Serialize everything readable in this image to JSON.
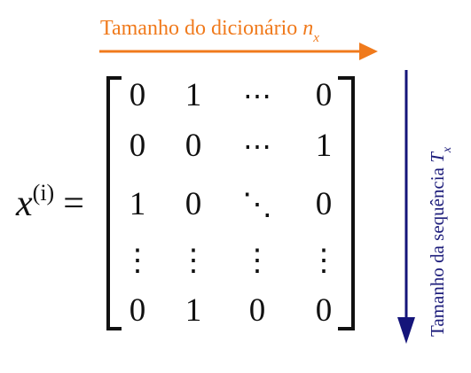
{
  "top_label": {
    "text": "Tamanho do dicionário",
    "variable": "n",
    "subscript": "x",
    "color": "#f07a1c"
  },
  "side_label": {
    "text": "Tamanho da sequência",
    "variable": "T",
    "subscript": "x",
    "color": "#1b1b7a"
  },
  "equation": {
    "lhs_symbol": "x",
    "lhs_superscript": "(i)",
    "equals": "="
  },
  "matrix": {
    "rows": [
      [
        "0",
        "1",
        "⋯",
        "0"
      ],
      [
        "0",
        "0",
        "⋯",
        "1"
      ],
      [
        "1",
        "0",
        "⋱",
        "0"
      ],
      [
        "⋮",
        "⋮",
        "⋮",
        "⋮"
      ],
      [
        "0",
        "1",
        "0",
        "0"
      ]
    ]
  },
  "colors": {
    "text": "#111111",
    "orange_arrow": "#f07a1c",
    "blue_arrow": "#15157a"
  }
}
